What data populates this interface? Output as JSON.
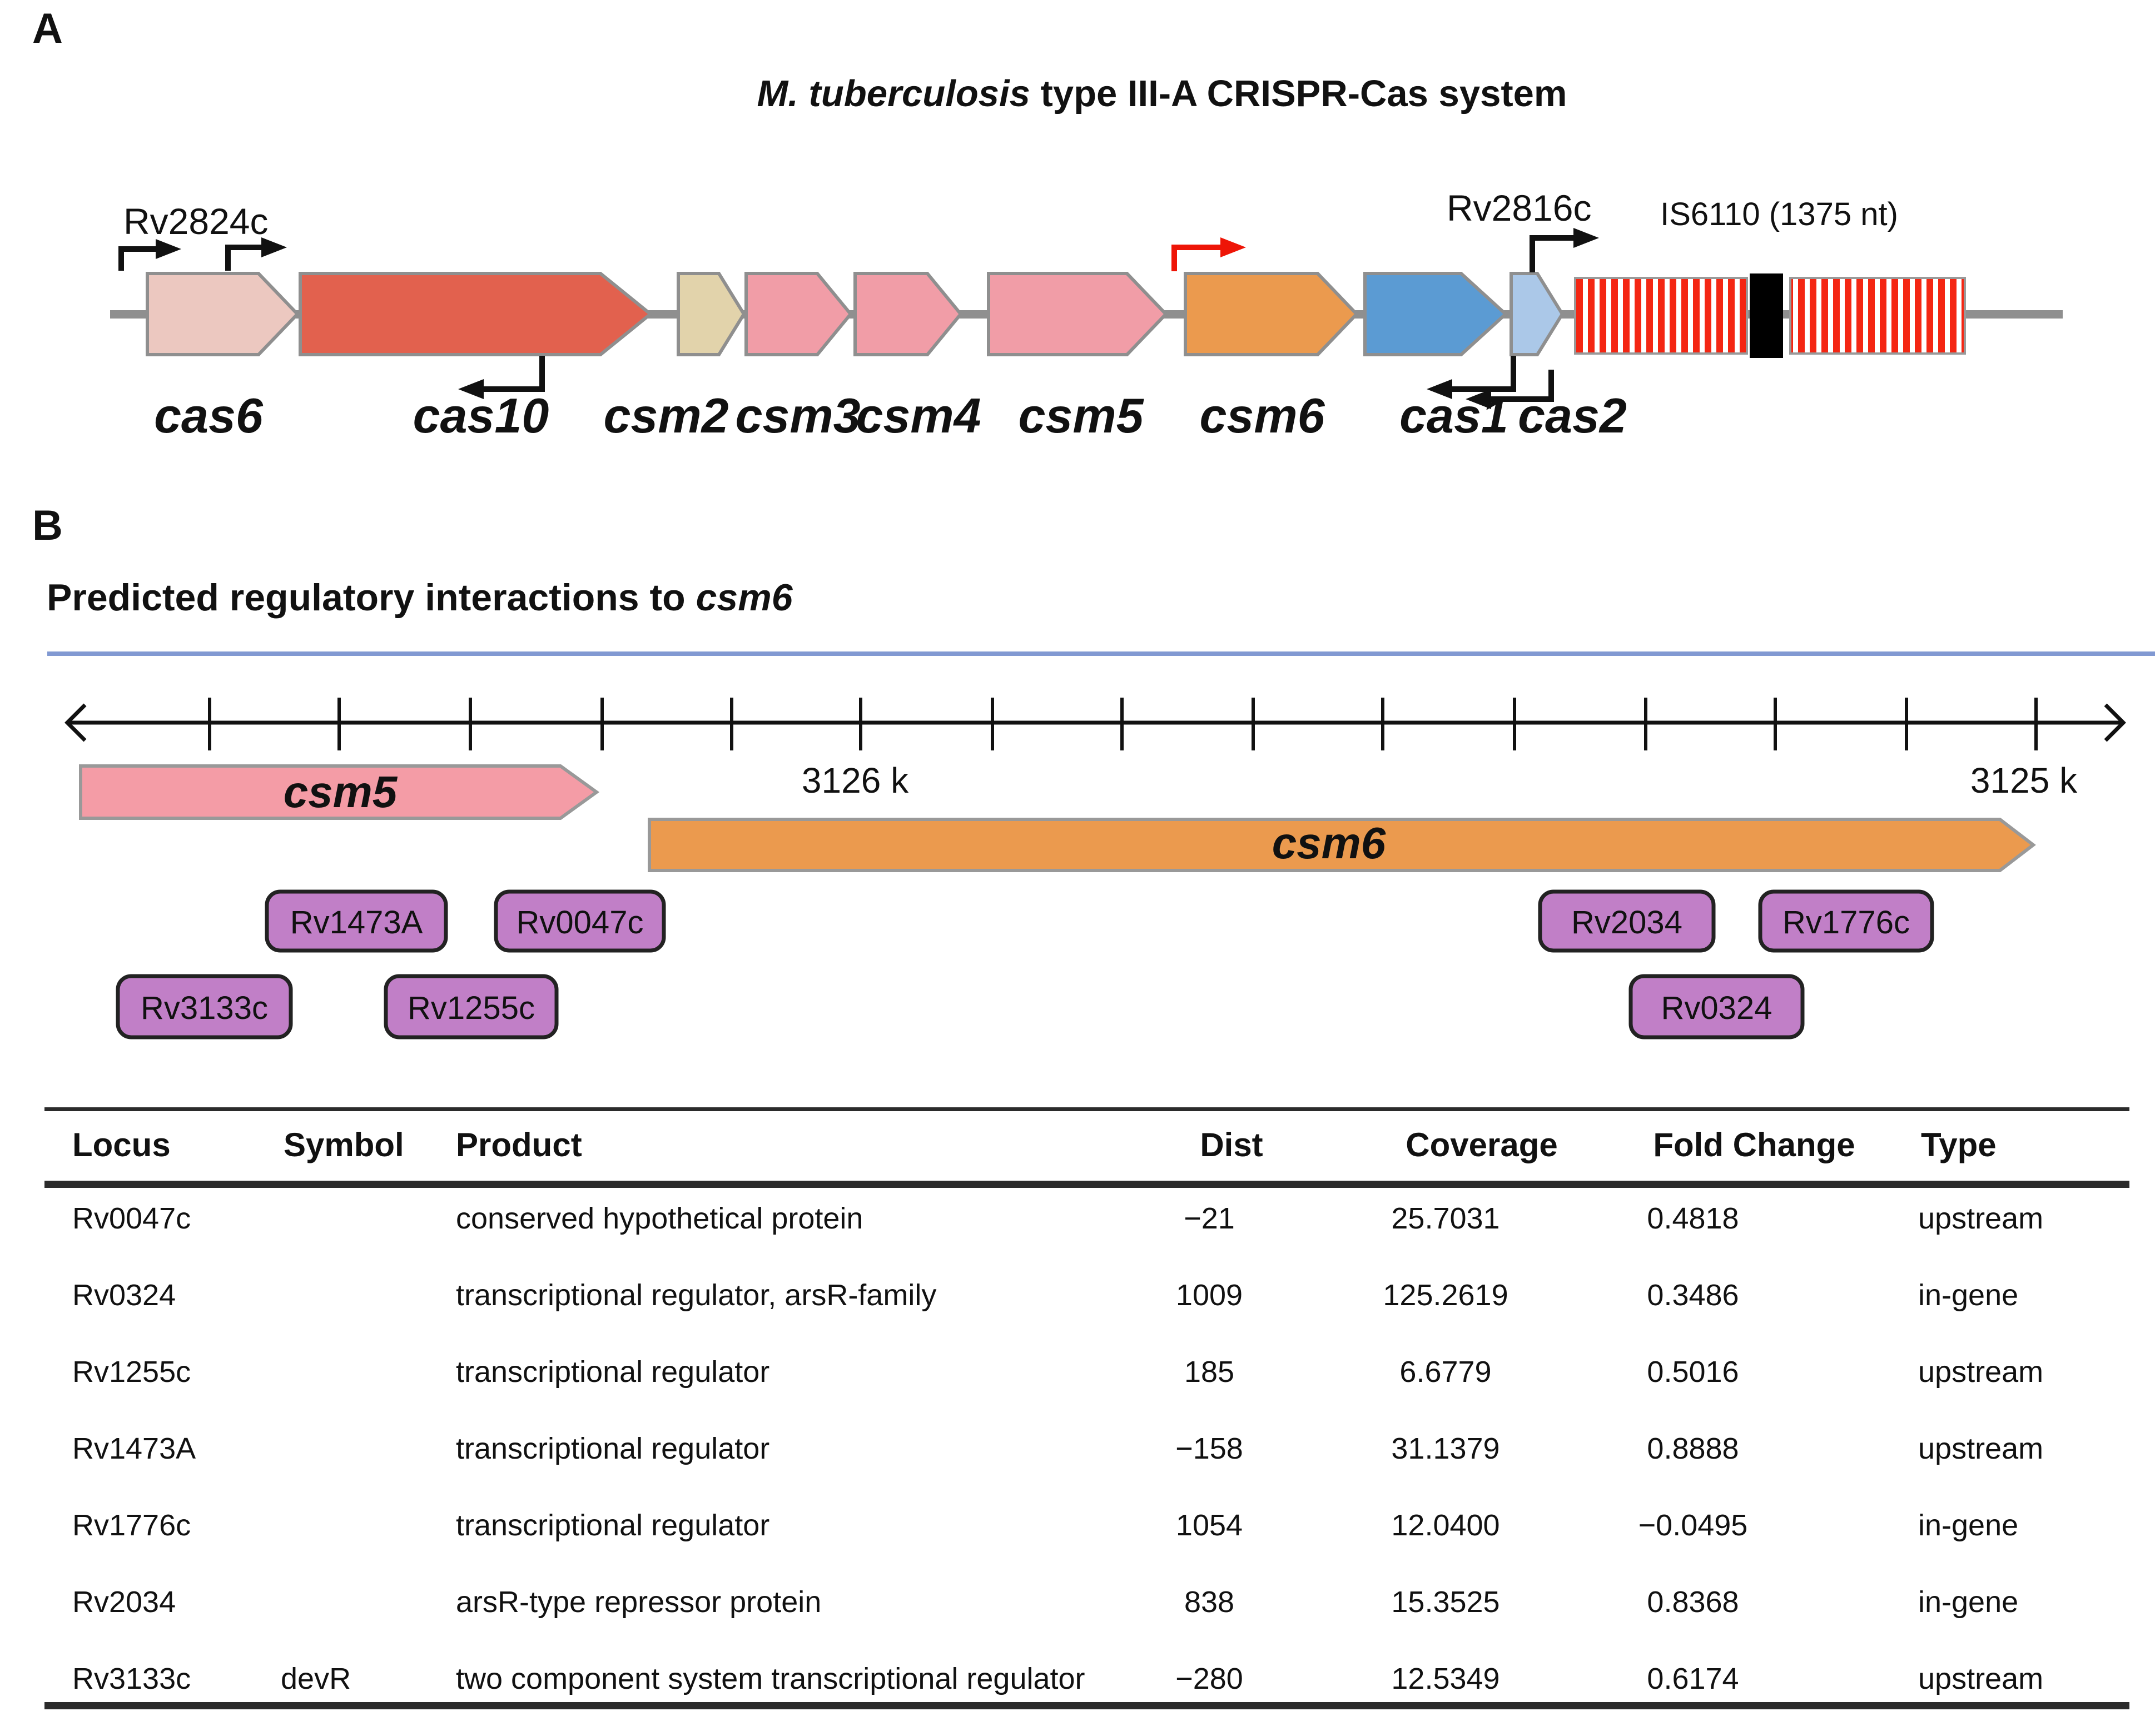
{
  "panel_a": {
    "label": "A",
    "title_italic": "M. tuberculosis",
    "title_rest": " type III-A CRISPR-Cas system",
    "left_locus": "Rv2824c",
    "right_locus": "Rv2816c",
    "is_element_label": "IS6110 (1375 nt)",
    "genes": [
      {
        "name": "cas6",
        "color": "#ecc8c0"
      },
      {
        "name": "cas10",
        "color": "#e2614e"
      },
      {
        "name": "csm2",
        "color": "#e2d3ab"
      },
      {
        "name": "csm3",
        "color": "#f19da7"
      },
      {
        "name": "csm4",
        "color": "#f19da7"
      },
      {
        "name": "csm5",
        "color": "#f19da7"
      },
      {
        "name": "csm6",
        "color": "#eb9a4e"
      },
      {
        "name": "cas1",
        "color": "#5b9bd3"
      },
      {
        "name": "cas2",
        "color": "#abc8e8"
      }
    ],
    "baseline_color": "#8f8f8f",
    "gene_stroke": "#8f8f8f",
    "promoter_black": "#111111",
    "promoter_red": "#ee1507",
    "is6110_stripe_color": "#f42613",
    "is6110_box_color": "#000000"
  },
  "panel_b": {
    "label": "B",
    "title_prefix": "Predicted regulatory interactions to ",
    "title_gene": "csm6",
    "divider_color": "#8199d2",
    "ruler_color": "#111111",
    "coordinate_left": "3126 k",
    "coordinate_right": "3125 k",
    "genes": [
      {
        "name": "csm5",
        "color": "#f49ca6"
      },
      {
        "name": "csm6",
        "color": "#eb9a4e"
      }
    ],
    "regulators": [
      {
        "name": "Rv1473A"
      },
      {
        "name": "Rv0047c"
      },
      {
        "name": "Rv3133c"
      },
      {
        "name": "Rv1255c"
      },
      {
        "name": "Rv2034"
      },
      {
        "name": "Rv1776c"
      },
      {
        "name": "Rv0324"
      }
    ],
    "box_fill": "#c17fc7",
    "box_stroke": "#222222"
  },
  "table": {
    "rule_color": "#2b2b2b",
    "headers": [
      "Locus",
      "Symbol",
      "Product",
      "Dist",
      "Coverage",
      "Fold Change",
      "Type"
    ],
    "rows": [
      [
        "Rv0047c",
        "",
        "conserved hypothetical protein",
        "−21",
        "25.7031",
        "0.4818",
        "upstream"
      ],
      [
        "Rv0324",
        "",
        "transcriptional regulator, arsR-family",
        "1009",
        "125.2619",
        "0.3486",
        "in-gene"
      ],
      [
        "Rv1255c",
        "",
        "transcriptional regulator",
        "185",
        "6.6779",
        "0.5016",
        "upstream"
      ],
      [
        "Rv1473A",
        "",
        "transcriptional regulator",
        "−158",
        "31.1379",
        "0.8888",
        "upstream"
      ],
      [
        "Rv1776c",
        "",
        "transcriptional regulator",
        "1054",
        "12.0400",
        "−0.0495",
        "in-gene"
      ],
      [
        "Rv2034",
        "",
        "arsR-type repressor protein",
        "838",
        "15.3525",
        "0.8368",
        "in-gene"
      ],
      [
        "Rv3133c",
        "devR",
        "two component system transcriptional regulator",
        "−280",
        "12.5349",
        "0.6174",
        "upstream"
      ]
    ]
  }
}
